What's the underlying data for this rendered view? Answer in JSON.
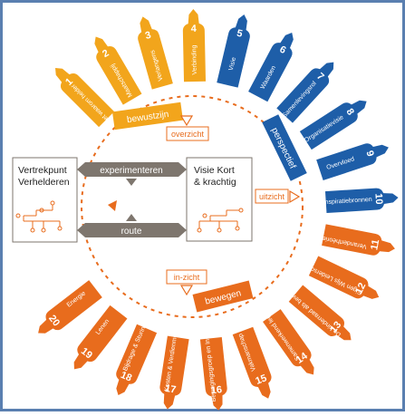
{
  "colors": {
    "gold": "#F2A51C",
    "blue": "#1E5EA8",
    "orange": "#E86C1D",
    "gray": "#7E766E",
    "frame": "#5A7FB0"
  },
  "petals": [
    {
      "n": "1",
      "label": "Het waarom helder",
      "color": "gold"
    },
    {
      "n": "2",
      "label": "Maatschappij",
      "color": "gold"
    },
    {
      "n": "3",
      "label": "Verlangens",
      "color": "gold"
    },
    {
      "n": "4",
      "label": "Verbinding",
      "color": "gold"
    },
    {
      "n": "5",
      "label": "Visie",
      "color": "blue"
    },
    {
      "n": "6",
      "label": "Waarden",
      "color": "blue"
    },
    {
      "n": "7",
      "label": "Samenlevingsrol",
      "color": "blue"
    },
    {
      "n": "8",
      "label": "Organisatievisie",
      "color": "blue"
    },
    {
      "n": "9",
      "label": "Overvloed",
      "color": "blue"
    },
    {
      "n": "10",
      "label": "Inspiratiebronnen",
      "color": "blue"
    },
    {
      "n": "11",
      "label": "Veranderthéorie",
      "color": "orange"
    },
    {
      "n": "12",
      "label": "Eigen Wijs Leiderschap",
      "color": "orange"
    },
    {
      "n": "13",
      "label": "De kinderraad als beweging",
      "color": "orange"
    },
    {
      "n": "14",
      "label": "Samenwerkend leren",
      "color": "orange"
    },
    {
      "n": "15",
      "label": "Vakmanschap",
      "color": "orange"
    },
    {
      "n": "16",
      "label": "Bewegingsgroep en Innovatie",
      "color": "orange"
    },
    {
      "n": "17",
      "label": "Kosten & Verdienmodel",
      "color": "orange"
    },
    {
      "n": "18",
      "label": "Bijdrage & Sturing",
      "color": "orange"
    },
    {
      "n": "19",
      "label": "Lenen",
      "color": "orange"
    },
    {
      "n": "20",
      "label": "Energie",
      "color": "orange"
    }
  ],
  "ribbons": {
    "bewustzijn": "bewustzijn",
    "perspectief": "perspectief",
    "bewegen": "bewegen"
  },
  "markers": {
    "overzicht": "overzicht",
    "uitzicht": "uitzicht",
    "inzicht": "in-zicht"
  },
  "boxes": {
    "left_line1": "Vertrekpunt",
    "left_line2": "Verhelderen",
    "right_line1": "Visie Kort",
    "right_line2": "& krachtig"
  },
  "arrows": {
    "top": "experimenteren",
    "bottom": "route"
  }
}
